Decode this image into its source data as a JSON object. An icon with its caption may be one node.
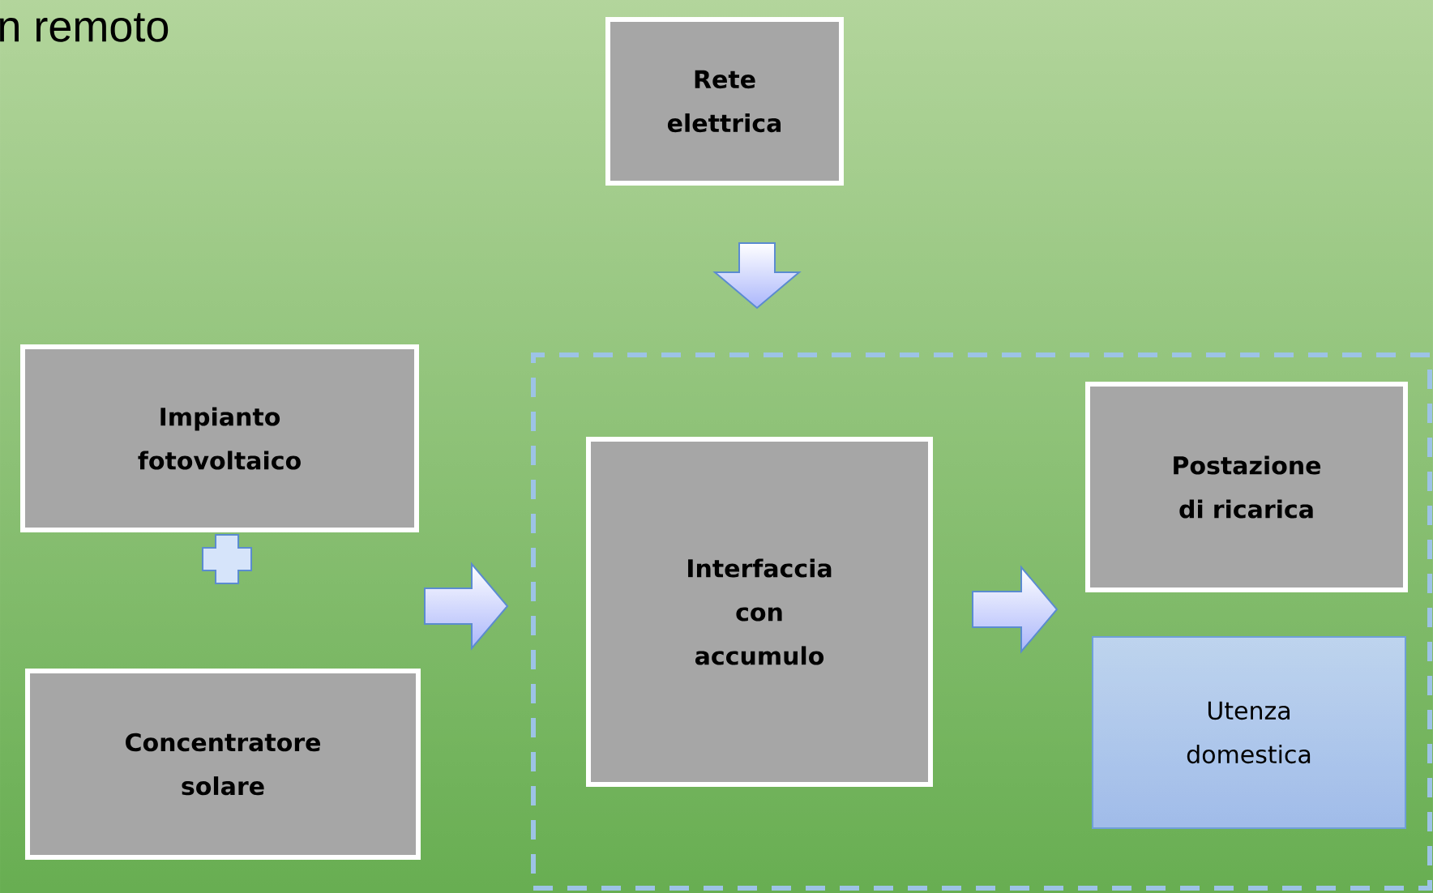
{
  "diagram": {
    "nodes": [
      {
        "text": [
          "Rete elettrica"
        ]
      },
      {
        "text": [],
        "shape": "box"
      },
      {
        "text": [
          "Impianto fotovoltaico"
        ]
      },
      {
        "text": [
          "Concentratore solare"
        ]
      },
      {
        "text": [
          "Interfaccia con accumulo"
        ],
        "in": 1
      },
      {
        "text": [
          "Postazione di ricarica"
        ],
        "in": 1
      },
      {
        "text": [
          "Utenza domestica"
        ],
        "in": 1
      }
    ],
    "edges": [
      {
        "from": 0,
        "to": 1,
        "arrow": "to"
      },
      {
        "from": 2,
        "to": 1,
        "arrow": "to"
      },
      {
        "from": 3,
        "to": 1,
        "arrow": "to"
      },
      {
        "from": 4,
        "to": 5,
        "arrow": "to"
      },
      {
        "from": 4,
        "to": 6,
        "arrow": "to"
      }
    ],
    "labels": [
      "n remoto"
    ]
  }
}
